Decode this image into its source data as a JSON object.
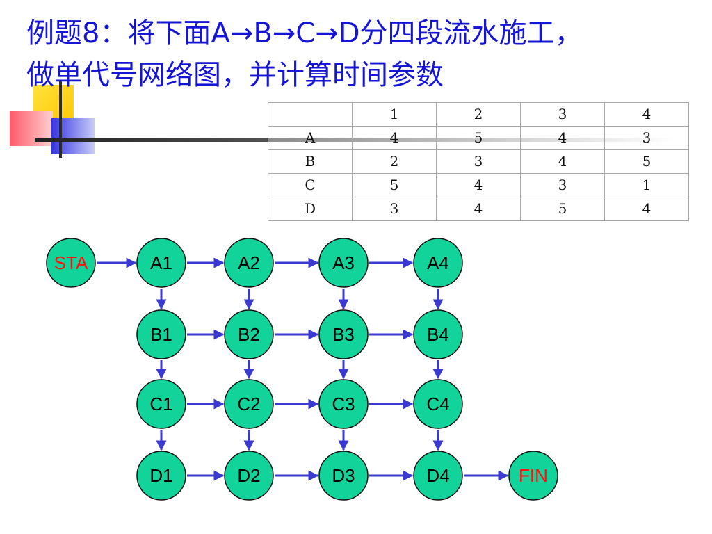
{
  "title": {
    "line1": "例题8：将下面A→B→C→D分四段流水施工，",
    "line2": "做单代号网络图，并计算时间参数"
  },
  "table": {
    "header": [
      "",
      "1",
      "2",
      "3",
      "4"
    ],
    "rows": [
      [
        "A",
        "4",
        "5",
        "4",
        "3"
      ],
      [
        "B",
        "2",
        "3",
        "4",
        "5"
      ],
      [
        "C",
        "5",
        "4",
        "3",
        "1"
      ],
      [
        "D",
        "3",
        "4",
        "5",
        "4"
      ]
    ]
  },
  "network": {
    "start_label": "STA",
    "finish_label": "FIN",
    "rows": [
      [
        "A1",
        "A2",
        "A3",
        "A4"
      ],
      [
        "B1",
        "B2",
        "B3",
        "B4"
      ],
      [
        "C1",
        "C2",
        "C3",
        "C4"
      ],
      [
        "D1",
        "D2",
        "D3",
        "D4"
      ]
    ]
  },
  "colors": {
    "node_fill": "#12d49a",
    "node_stroke": "#111111",
    "arrow": "#3a3ad0",
    "title": "#1515d6",
    "terminal_text": "#ff1010"
  }
}
